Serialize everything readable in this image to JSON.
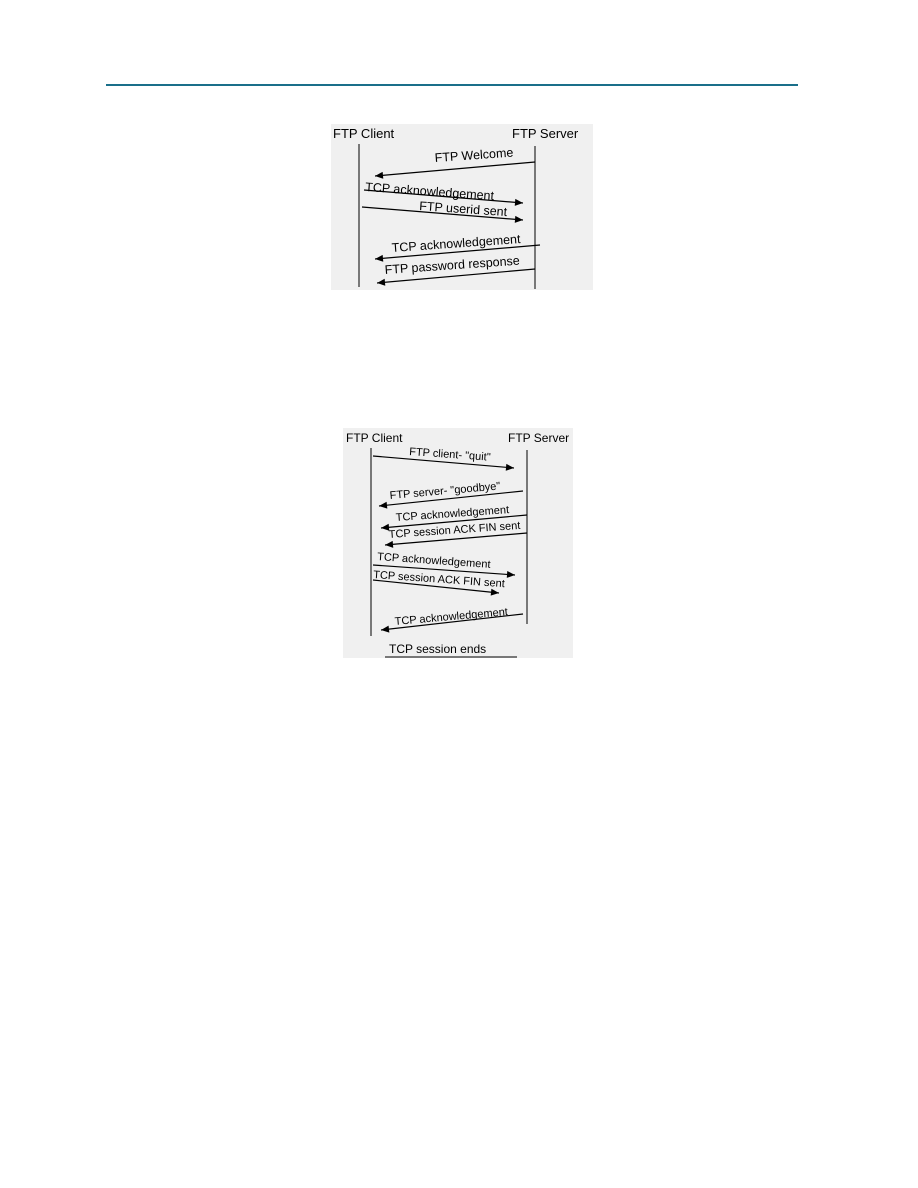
{
  "header": {
    "rule_color": "#1a6f8a"
  },
  "diagram_login": {
    "client_label": "FTP Client",
    "server_label": "FTP Server",
    "messages": [
      {
        "label": "FTP Welcome",
        "direction": "server-to-client"
      },
      {
        "label": "TCP acknowledgement",
        "direction": "client-to-server"
      },
      {
        "label": "FTP userid sent",
        "direction": "client-to-server"
      },
      {
        "label": "TCP acknowledgement",
        "direction": "server-to-client"
      },
      {
        "label": "FTP password response",
        "direction": "server-to-client"
      }
    ]
  },
  "diagram_logout": {
    "client_label": "FTP Client",
    "server_label": "FTP Server",
    "messages": [
      {
        "label": "FTP client- \"quit\"",
        "direction": "client-to-server"
      },
      {
        "label": "FTP server- \"goodbye\"",
        "direction": "server-to-client"
      },
      {
        "label": "TCP acknowledgement",
        "direction": "server-to-client"
      },
      {
        "label": "TCP session ACK FIN sent",
        "direction": "server-to-client"
      },
      {
        "label": "TCP acknowledgement",
        "direction": "client-to-server"
      },
      {
        "label": "TCP session ACK FIN sent",
        "direction": "client-to-server"
      },
      {
        "label": "TCP acknowledgement",
        "direction": "server-to-client"
      }
    ],
    "end_label": "TCP session ends"
  }
}
